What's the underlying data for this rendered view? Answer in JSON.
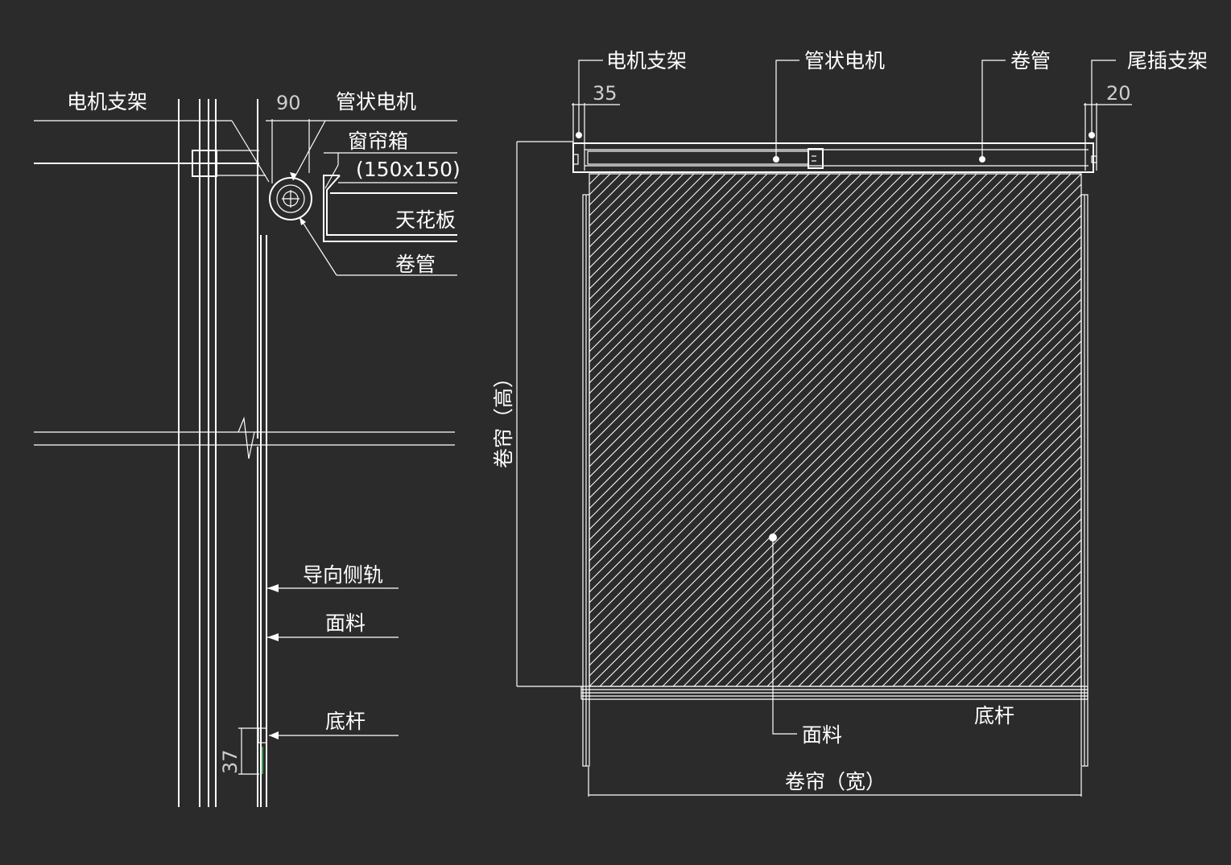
{
  "section_view": {
    "motor_bracket": "电机支架",
    "dim_90": "90",
    "tubular_motor": "管状电机",
    "curtain_box": "窗帘箱",
    "curtain_box_size": "(150x150)",
    "ceiling": "天花板",
    "roller_tube": "卷管",
    "guide_rail": "导向侧轨",
    "fabric": "面料",
    "bottom_bar": "底杆",
    "dim_37": "37"
  },
  "front_view": {
    "motor_bracket": "电机支架",
    "dim_35": "35",
    "tubular_motor": "管状电机",
    "roller_tube": "卷管",
    "tail_bracket": "尾插支架",
    "dim_20": "20",
    "height_label": "卷帘（高）",
    "fabric": "面料",
    "bottom_bar": "底杆",
    "width_label": "卷帘（宽）"
  },
  "colors": {
    "background": "#2b2b2b",
    "line": "#ffffff",
    "dimension": "#cfcfcf"
  }
}
